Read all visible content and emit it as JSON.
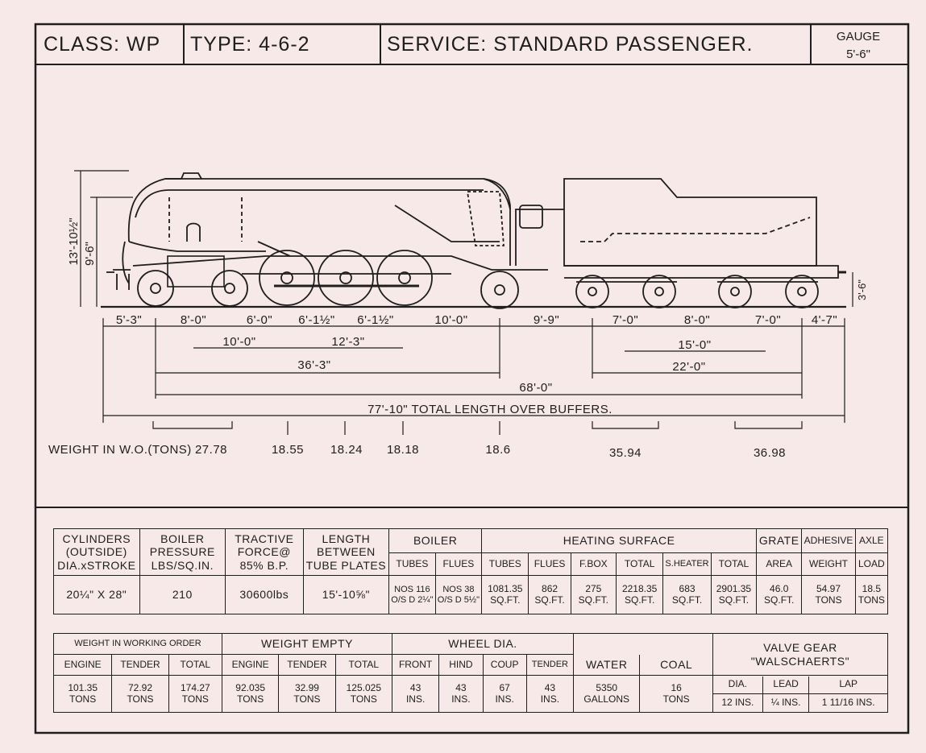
{
  "header": {
    "class_label": "CLASS: WP",
    "type_label": "TYPE: 4-6-2",
    "service_label": "SERVICE: STANDARD PASSENGER.",
    "gauge_label": "GAUGE",
    "gauge_value": "5'-6\""
  },
  "heights": {
    "overall": "13'-10½\"",
    "boiler_centre": "9'-6\"",
    "buffer": "3'-6\""
  },
  "dimensions": {
    "row1": [
      "5'-3\"",
      "8'-0\"",
      "6'-0\"",
      "6'-1½\"",
      "6'-1½\"",
      "10'-0\"",
      "9'-9\"",
      "7'-0\"",
      "8'-0\"",
      "7'-0\"",
      "4'-7\""
    ],
    "row2": [
      "10'-0\"",
      "12'-3\"",
      "15'-0\""
    ],
    "row3": [
      "36'-3\"",
      "22'-0\""
    ],
    "row4": "68'-0\"",
    "row5": "77'-10\" TOTAL LENGTH OVER BUFFERS."
  },
  "weights": {
    "label": "WEIGHT IN W.O.(TONS)",
    "values": [
      "27.78",
      "18.55",
      "18.24",
      "18.18",
      "18.6",
      "35.94",
      "36.98"
    ]
  },
  "table1": {
    "h_cylinders": [
      "CYLINDERS",
      "(OUTSIDE)",
      "DIA.xSTROKE"
    ],
    "h_pressure": [
      "BOILER",
      "PRESSURE",
      "LBS/SQ.IN."
    ],
    "h_tractive": [
      "TRACTIVE",
      "FORCE@",
      "85% B.P."
    ],
    "h_length": [
      "LENGTH",
      "BETWEEN",
      "TUBE PLATES"
    ],
    "h_boiler": "BOILER",
    "h_heating": "HEATING SURFACE",
    "h_grate": "GRATE",
    "h_grate_sub": "AREA",
    "h_adhesive": "ADHESIVE",
    "h_adhesive_sub": "WEIGHT",
    "h_axle": "AXLE",
    "h_axle_sub": "LOAD",
    "h_tubes": "TUBES",
    "h_flues": "FLUES",
    "h_hs_tubes": "TUBES",
    "h_hs_flues": "FLUES",
    "h_fbox": "F.BOX",
    "h_total": "TOTAL",
    "h_sheater": "S.HEATER",
    "h_total2": "TOTAL",
    "v_cylinders": "20¼\" X 28\"",
    "v_pressure": "210",
    "v_tractive": "30600lbs",
    "v_length": "15'-10⅝\"",
    "v_tubes": [
      "NOS 116",
      "O/S D 2¼\""
    ],
    "v_flues": [
      "NOS 38",
      "O/S D 5½\""
    ],
    "v_hs_tubes": [
      "1081.35",
      "SQ.FT."
    ],
    "v_hs_flues": [
      "862",
      "SQ.FT."
    ],
    "v_fbox": [
      "275",
      "SQ.FT."
    ],
    "v_total": [
      "2218.35",
      "SQ.FT."
    ],
    "v_sheater": [
      "683",
      "SQ.FT."
    ],
    "v_total2": [
      "2901.35",
      "SQ.FT."
    ],
    "v_grate": [
      "46.0",
      "SQ.FT."
    ],
    "v_adhesive": [
      "54.97",
      "TONS"
    ],
    "v_axle": [
      "18.5",
      "TONS"
    ]
  },
  "table2": {
    "h_weight_wo": "WEIGHT IN WORKING ORDER",
    "h_weight_empty": "WEIGHT EMPTY",
    "h_wheel_dia": "WHEEL DIA.",
    "h_valve_gear": [
      "VALVE GEAR",
      "\"WALSCHAERTS\""
    ],
    "h_engine": "ENGINE",
    "h_tender": "TENDER",
    "h_total": "TOTAL",
    "h_engine2": "ENGINE",
    "h_tender2": "TENDER",
    "h_total2": "TOTAL",
    "h_front": "FRONT",
    "h_hind": "HIND",
    "h_coup": "COUP",
    "h_wtender": "TENDER",
    "h_water": "WATER",
    "h_coal": "COAL",
    "h_dia": "DIA.",
    "h_lead": "LEAD",
    "h_lap": "LAP",
    "v_engine": [
      "101.35",
      "TONS"
    ],
    "v_tender": [
      "72.92",
      "TONS"
    ],
    "v_total": [
      "174.27",
      "TONS"
    ],
    "v_engine2": [
      "92.035",
      "TONS"
    ],
    "v_tender2": [
      "32.99",
      "TONS"
    ],
    "v_total2": [
      "125.025",
      "TONS"
    ],
    "v_front": [
      "43",
      "INS."
    ],
    "v_hind": [
      "43",
      "INS."
    ],
    "v_coup": [
      "67",
      "INS."
    ],
    "v_wtender": [
      "43",
      "INS."
    ],
    "v_water": [
      "5350",
      "GALLONS"
    ],
    "v_coal": [
      "16",
      "TONS"
    ],
    "v_dia": "12 INS.",
    "v_lead": "¼ INS.",
    "v_lap": "1 11/16 INS."
  }
}
